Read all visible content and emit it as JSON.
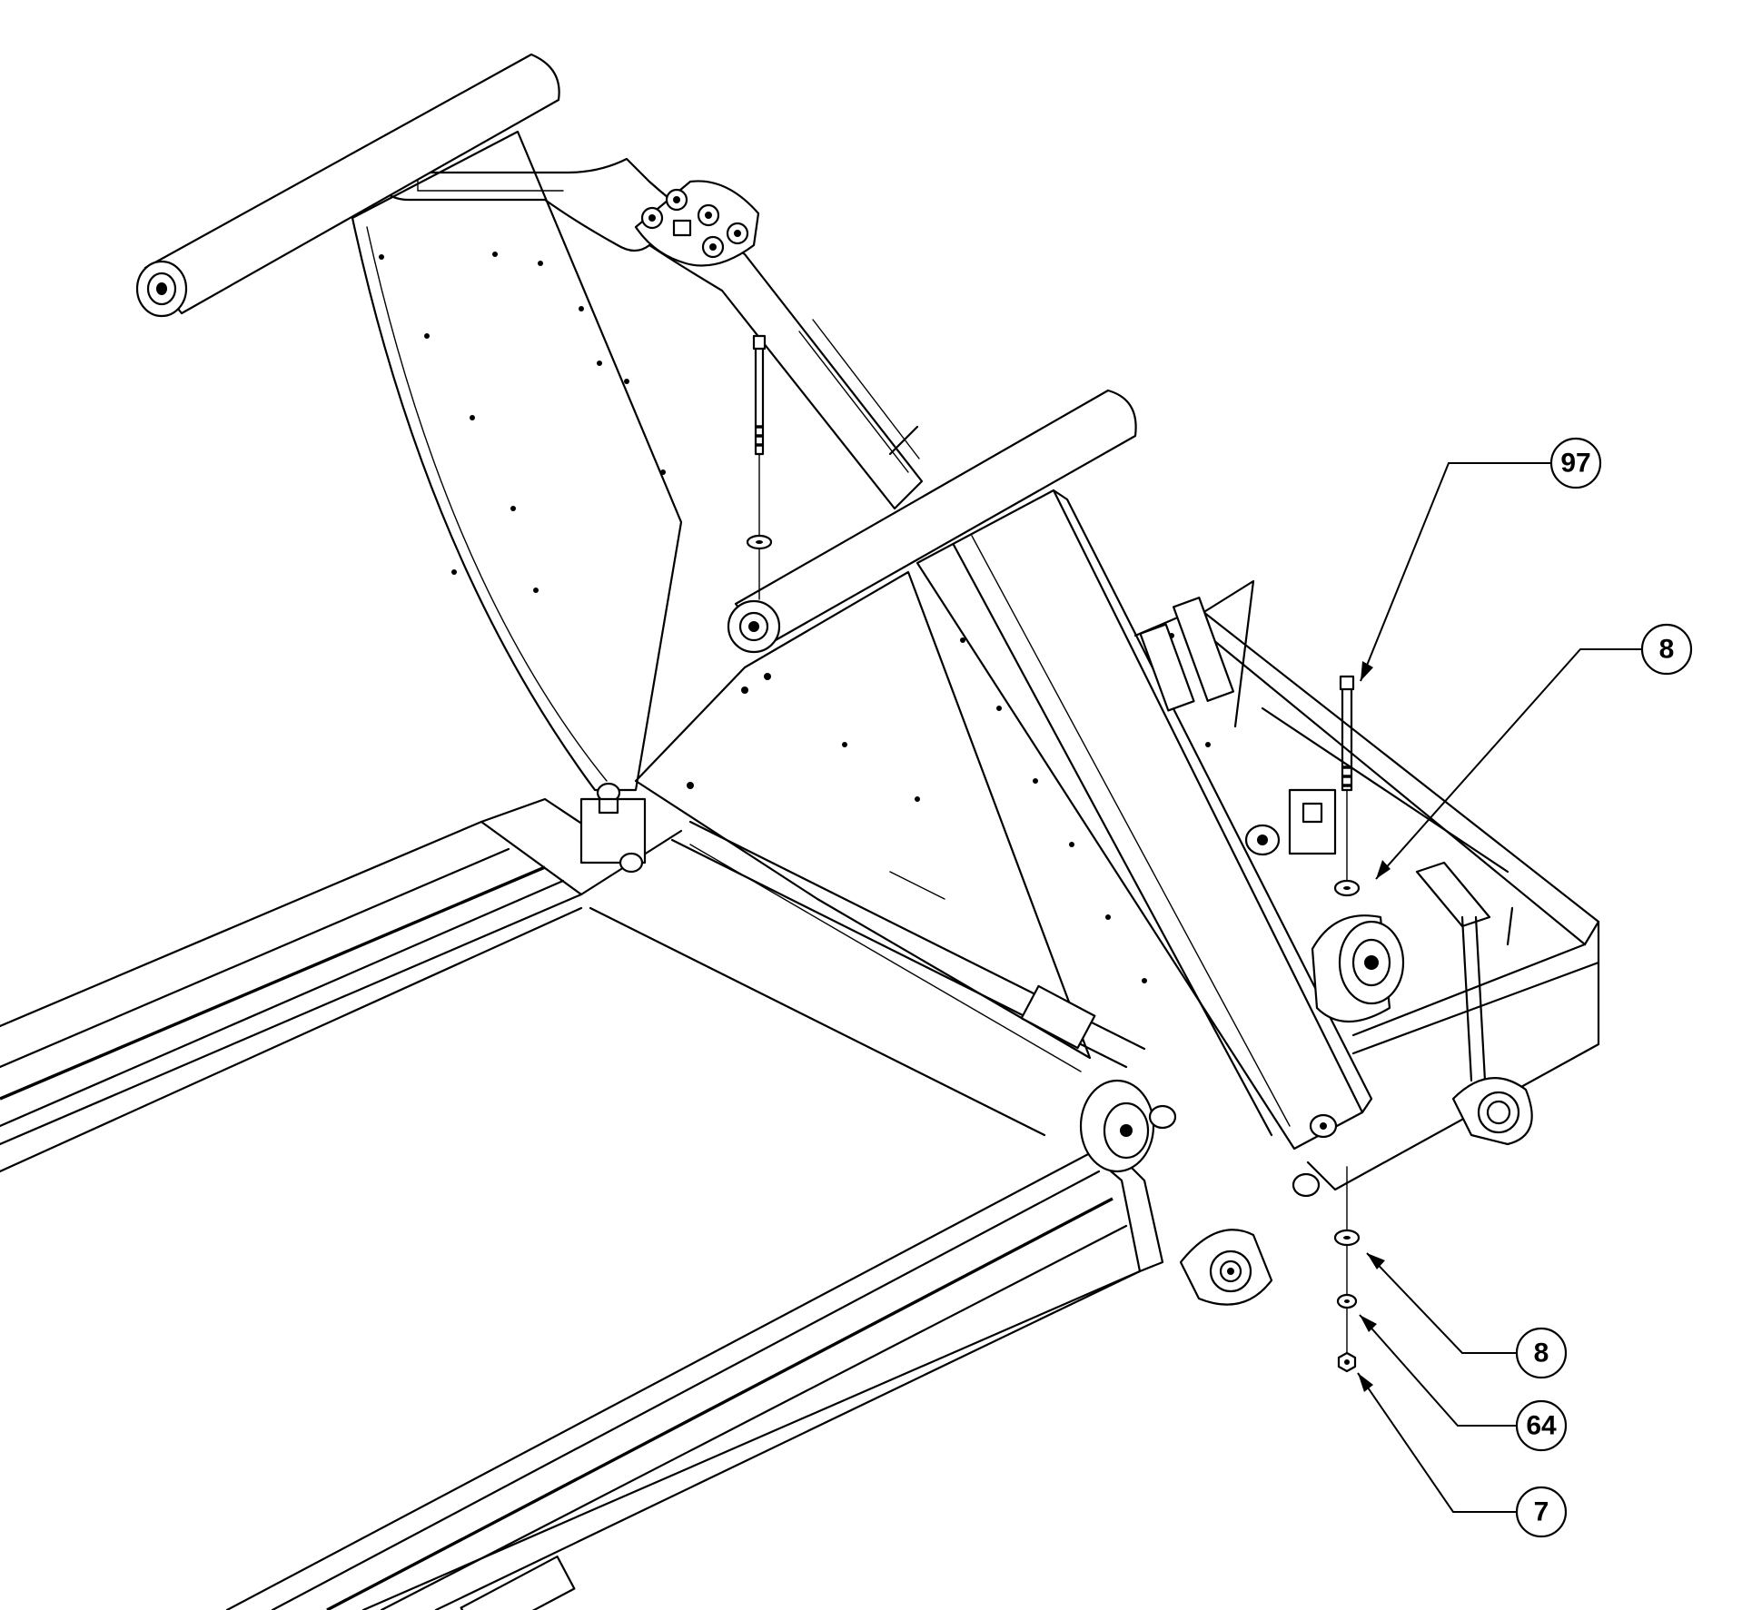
{
  "callouts": [
    {
      "id": "c97",
      "label": "97"
    },
    {
      "id": "c8a",
      "label": "8"
    },
    {
      "id": "c8b",
      "label": "8"
    },
    {
      "id": "c64",
      "label": "64"
    },
    {
      "id": "c7",
      "label": "7"
    }
  ]
}
